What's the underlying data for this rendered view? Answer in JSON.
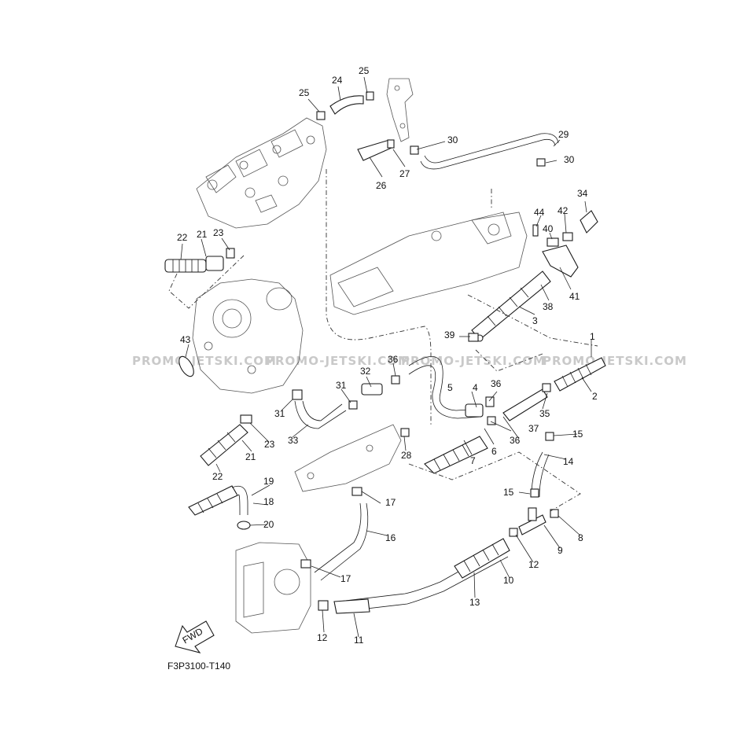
{
  "diagram": {
    "code": "F3P3100-T140",
    "watermark": "PROMO-JETSKI.COM",
    "fwd_label": "FWD",
    "callouts": {
      "c1": "1",
      "c2": "2",
      "c3": "3",
      "c4": "4",
      "c5": "5",
      "c6": "6",
      "c7": "7",
      "c8": "8",
      "c9": "9",
      "c10": "10",
      "c11": "11",
      "c12a": "12",
      "c12b": "12",
      "c13": "13",
      "c14": "14",
      "c15a": "15",
      "c15b": "15",
      "c16": "16",
      "c17a": "17",
      "c17b": "17",
      "c18": "18",
      "c19": "19",
      "c20": "20",
      "c21a": "21",
      "c21b": "21",
      "c22a": "22",
      "c22b": "22",
      "c23a": "23",
      "c23b": "23",
      "c24": "24",
      "c25a": "25",
      "c25b": "25",
      "c26": "26",
      "c27": "27",
      "c28": "28",
      "c29": "29",
      "c30a": "30",
      "c30b": "30",
      "c31a": "31",
      "c31b": "31",
      "c32": "32",
      "c33": "33",
      "c34": "34",
      "c35": "35",
      "c36a": "36",
      "c36b": "36",
      "c36c": "36",
      "c37": "37",
      "c38": "38",
      "c39": "39",
      "c40": "40",
      "c41": "41",
      "c42": "42",
      "c43": "43",
      "c44": "44"
    }
  }
}
